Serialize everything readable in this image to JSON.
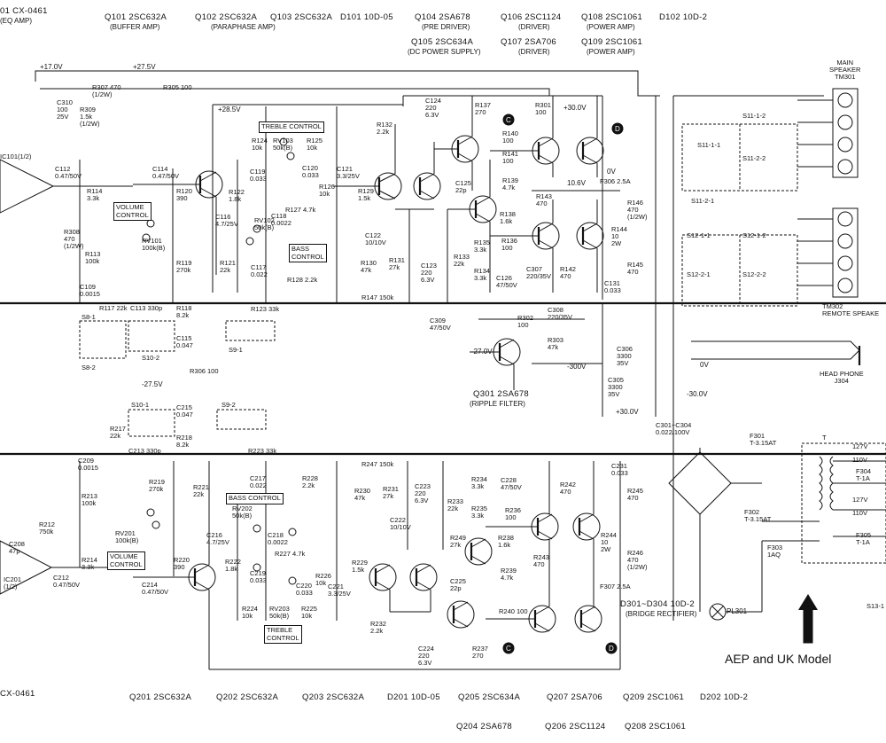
{
  "header": {
    "row1": [
      {
        "id": "q101",
        "text": "Q101 2SC632A",
        "sub": "(BUFFER AMP)"
      },
      {
        "id": "q102",
        "text": "Q102 2SC632A",
        "sub": "(PARAPHASE AMP)"
      },
      {
        "id": "q103",
        "text": "Q103 2SC632A",
        "sub": ""
      },
      {
        "id": "d101",
        "text": "D101 10D-05",
        "sub": ""
      },
      {
        "id": "q104",
        "text": "Q104 2SA678",
        "sub": "(PRE DRIVER)"
      },
      {
        "id": "q106",
        "text": "Q106 2SC1124",
        "sub": "(DRIVER)"
      },
      {
        "id": "q108",
        "text": "Q108 2SC1061",
        "sub": "(POWER AMP)"
      },
      {
        "id": "d102",
        "text": "D102 10D-2",
        "sub": ""
      }
    ],
    "row2": [
      {
        "id": "q105",
        "text": "Q105 2SC634A",
        "sub": "(DC POWER SUPPLY)"
      },
      {
        "id": "q107",
        "text": "Q107 2SA706",
        "sub": "(DRIVER)"
      },
      {
        "id": "q109",
        "text": "Q109 2SC1061",
        "sub": "(POWER AMP)"
      }
    ],
    "left_fragment": "01 CX-0461",
    "left_fragment_sub": "(EQ AMP)"
  },
  "footer": {
    "row1": [
      {
        "id": "q201",
        "text": "Q201 2SC632A"
      },
      {
        "id": "q202",
        "text": "Q202 2SC632A"
      },
      {
        "id": "q203",
        "text": "Q203 2SC632A"
      },
      {
        "id": "d201",
        "text": "D201 10D-05"
      },
      {
        "id": "q205",
        "text": "Q205 2SC634A"
      },
      {
        "id": "q207",
        "text": "Q207 2SA706"
      },
      {
        "id": "q209",
        "text": "Q209 2SC1061"
      },
      {
        "id": "d202",
        "text": "D202 10D-2"
      }
    ],
    "row2": [
      {
        "id": "q204",
        "text": "Q204 2SA678"
      },
      {
        "id": "q206",
        "text": "Q206 2SC1124"
      },
      {
        "id": "q208",
        "text": "Q208 2SC1061"
      }
    ],
    "left_fragment": "CX-0461"
  },
  "connectors": {
    "main_speaker": "MAIN\nSPEAKER\nTM301",
    "remote_speaker": "TM302\nREMOTE SPEAKE",
    "headphone": "HEAD PHONE\nJ304"
  },
  "boxes": {
    "treble_top": "TREBLE CONTROL",
    "bass_top": "BASS\nCONTROL",
    "volume_top": "VOLUME\nCONTROL",
    "bass_bot": "BASS CONTROL",
    "volume_bot": "VOLUME\nCONTROL",
    "treble_bot": "TREBLE\nCONTROL"
  },
  "ripple": {
    "title": "Q301 2SA678",
    "sub": "(RIPPLE FILTER)"
  },
  "rectifier": {
    "caps": "C301~C304\n0.022/100V",
    "diodes": "D301~D304 10D-2",
    "bridge": "(BRIDGE RECTIFIER)",
    "pl": "PL301"
  },
  "model_note": "AEP and UK Model",
  "voltages": {
    "v17": "+17.0V",
    "v275a": "+27.5V",
    "v285": "+28.5V",
    "v30": "+30.0V",
    "v0": "0V",
    "v106": "10.6V",
    "v27n": "-27.0V",
    "v275n": "-27.5V",
    "v300n": "-300V",
    "v30n": "-30.0V",
    "v300p": "+30.0V",
    "v0b": "0V"
  },
  "parts": {
    "r307": "R307 470\n(1/2W)",
    "r305": "R305 100",
    "r309": "R309\n1.5k\n(1/2W)",
    "c310": "C310\n100\n25V",
    "r137": "R137\n270",
    "c124": "C124\n220\n6.3V",
    "r301": "R301\n100",
    "r132": "R132\n2.2k",
    "r140": "R140\n100",
    "r141": "R141\n100",
    "r139": "R139\n4.7k",
    "r138": "R138\n1.6k",
    "r136": "R136\n100",
    "r135": "R135\n3.3k",
    "r134": "R134\n3.3k",
    "c126": "C126\n47/50V",
    "c307": "C307\n220/35V",
    "r142": "R142\n470",
    "r143": "R143\n470",
    "r146": "R146\n470\n(1/2W)",
    "r144": "R144\n10\n2W",
    "r145": "R145\n470",
    "c131": "C131\n0.033",
    "f306": "F306  2.5A",
    "r120": "R120\n390",
    "r114": "R114\n3.3k",
    "r113": "R113\n100k",
    "r308": "R308\n470\n(1/2W)",
    "c112": "C112\n0.47/50V",
    "c114": "C114\n0.47/50V",
    "r122": "R122\n1.8k",
    "c116": "C116\n4.7/25V",
    "r121": "R121\n22k",
    "r119": "R119\n270k",
    "c117": "C117\n0.022",
    "r124": "R124\n10k",
    "rv103": "RV103\n50k(B)",
    "r125": "R125\n10k",
    "c119": "C119\n0.033",
    "c120": "C120\n0.033",
    "r126": "R126\n10k",
    "r127": "R127 4.7k",
    "rv102": "RV102\n50k(B)",
    "c118": "C118\n0.0022",
    "c121": "C121\n3.3/25V",
    "r129": "R129\n1.5k",
    "c122": "C122\n10/10V",
    "r130": "R130\n47k",
    "r131": "R131\n27k",
    "c123": "C123\n220\n6.3V",
    "r133": "R133\n22k",
    "c125": "C125\n22p",
    "r128": "R128 2.2k",
    "r147": "R147 150k",
    "r123": "R123 33k",
    "rv101": "RV101\n100k(B)",
    "c109": "C109\n0.0015",
    "r117": "R117 22k",
    "c113": "C113 330p",
    "r118": "R118\n8.2k",
    "c115": "C115\n0.047",
    "s81": "S8-1",
    "s82": "S8-2",
    "s102": "S10-2",
    "s91": "S9-1",
    "r306": "R306 100",
    "c309": "C309\n47/50V",
    "r302": "R302\n100",
    "c308": "C308\n220/35V",
    "r303": "R303\n47k",
    "c306": "C306\n3300\n35V",
    "c305": "C305\n3300\n35V",
    "s101": "S10-1",
    "c215": "C215\n0.047",
    "r218": "R218\n8.2k",
    "r217": "R217\n22k",
    "c213": "C213 330p",
    "c209": "C209\n0.0015",
    "s92": "S9-2",
    "r223": "R223 33k",
    "r247": "R247 150k",
    "c217": "C217\n0.022",
    "r228": "R228\n2.2k",
    "r230": "R230\n47k",
    "r231": "R231\n27k",
    "c223": "C223\n220\n6.3V",
    "r234": "R234\n3.3k",
    "c228": "C228\n47/50V",
    "c231": "C231\n0.033",
    "r242": "R242\n470",
    "r233": "R233\n22k",
    "r235": "R235\n3.3k",
    "r236": "R236\n100",
    "r238": "R238\n1.6k",
    "r239": "R239\n4.7k",
    "r249": "R249\n27k",
    "r243": "R243\n470",
    "r244": "R244\n10\n2W",
    "r246": "R246\n470\n(1/2W)",
    "r245": "R245\n470",
    "f307": "F307  2.5A",
    "r219": "R219\n270k",
    "r221": "R221\n22k",
    "r220": "R220\n390",
    "r222": "R222\n1.8k",
    "c216": "C216\n4.7/25V",
    "rv202": "RV202\n50k(B)",
    "c218": "C218\n0.0022",
    "r227": "R227 4.7k",
    "c219": "C219\n0.033",
    "c220": "C220\n0.033",
    "r226": "R226\n10k",
    "r224": "R224\n10k",
    "rv203": "RV203\n50k(B)",
    "r225": "R225\n10k",
    "r229": "R229\n1.5k",
    "c222": "C222\n10/10V",
    "c221": "C221\n3.3/25V",
    "c225": "C225\n22p",
    "r232": "R232\n2.2k",
    "c224": "C224\n220\n6.3V",
    "r237": "R237\n270",
    "r240": "R240 100",
    "r213": "R213\n100k",
    "r214": "R214\n3.3k",
    "r212": "R212\n750k",
    "c208": "C208\n47p",
    "c212": "C212\n0.47/50V",
    "c214": "C214\n0.47/50V",
    "rv201": "RV201\n100k(B)",
    "ic201": "IC201\n(1/2)",
    "f301": "F301\nT-3.15AT",
    "f302": "F302\nT-3.15AT",
    "f303": "F303\n1AQ",
    "f304": "F304\nT-1A",
    "f305": "F305\nT-1A",
    "t": "T",
    "v127a": "127V",
    "v110a": "110V",
    "v127b": "127V",
    "v110b": "110V",
    "s111": "S11-1-1",
    "s112": "S11-1-2",
    "s121": "S11-2-1",
    "s122": "S11-2-2",
    "s12a": "S12-1-1",
    "s12b": "S12-1-2",
    "s12c": "S12-2-1",
    "s12d": "S12-2-2",
    "s131": "S13-1",
    "ic101": "IC101(1/2)"
  }
}
